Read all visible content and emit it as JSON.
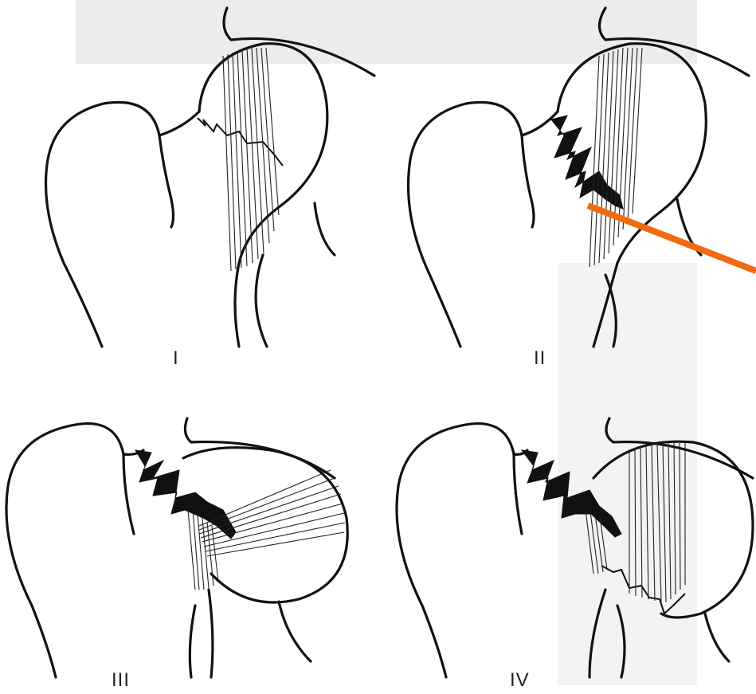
{
  "labels": {
    "I": "I",
    "II": "II",
    "III": "III",
    "IV": "IV"
  },
  "colors": {
    "line": "#111111",
    "arrow": "#f26a10",
    "background": "#ffffff",
    "page_shadow": "#ececec"
  },
  "arrow": {
    "pointer": "arrow-icon"
  }
}
